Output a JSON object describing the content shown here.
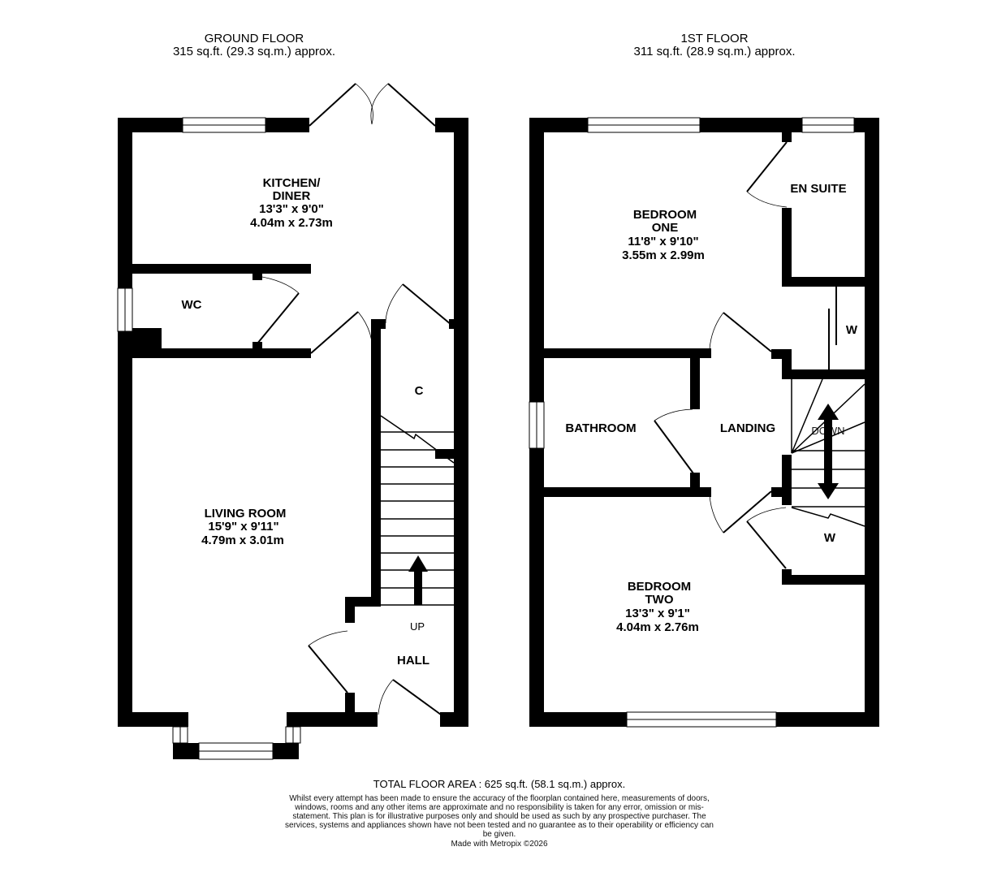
{
  "ground_floor": {
    "title": "GROUND FLOOR",
    "area": "315 sq.ft. (29.3 sq.m.) approx.",
    "rooms": {
      "kitchen": {
        "name_line1": "KITCHEN/",
        "name_line2": "DINER",
        "imperial": "13'3\"  x 9'0\"",
        "metric": "4.04m  x 2.73m"
      },
      "wc": {
        "name": "WC"
      },
      "cupboard": {
        "name": "C"
      },
      "living": {
        "name": "LIVING ROOM",
        "imperial": "15'9\"  x 9'11\"",
        "metric": "4.79m  x 3.01m"
      },
      "hall": {
        "name": "HALL"
      },
      "stairs": {
        "direction": "UP"
      }
    }
  },
  "first_floor": {
    "title": "1ST FLOOR",
    "area": "311 sq.ft. (28.9 sq.m.) approx.",
    "rooms": {
      "bedroom_one": {
        "name_line1": "BEDROOM",
        "name_line2": "ONE",
        "imperial": "11'8\"  x 9'10\"",
        "metric": "3.55m  x 2.99m"
      },
      "en_suite": {
        "name": "EN SUITE"
      },
      "wardrobe_top": {
        "name": "W"
      },
      "bathroom": {
        "name": "BATHROOM"
      },
      "landing": {
        "name": "LANDING"
      },
      "wardrobe_bottom": {
        "name": "W"
      },
      "stairs": {
        "direction": "DOWN"
      },
      "bedroom_two": {
        "name_line1": "BEDROOM",
        "name_line2": "TWO",
        "imperial": "13'3\"  x 9'1\"",
        "metric": "4.04m  x 2.76m"
      }
    }
  },
  "footer": {
    "total_area": "TOTAL FLOOR AREA : 625 sq.ft. (58.1 sq.m.) approx.",
    "disclaimer": "Whilst every attempt has been made to ensure the accuracy of the floorplan contained here, measurements of doors, windows, rooms and any other items are approximate and no responsibility is taken for any error, omission or mis-statement. This plan is for illustrative purposes only and should be used as such by any prospective purchaser. The services, systems and appliances shown have not been tested and no guarantee as to their operability or efficiency can be given.",
    "made_with": "Made with Metropix ©2026"
  },
  "colors": {
    "wall": "#000000",
    "background": "#ffffff",
    "window": "#ffffff"
  }
}
